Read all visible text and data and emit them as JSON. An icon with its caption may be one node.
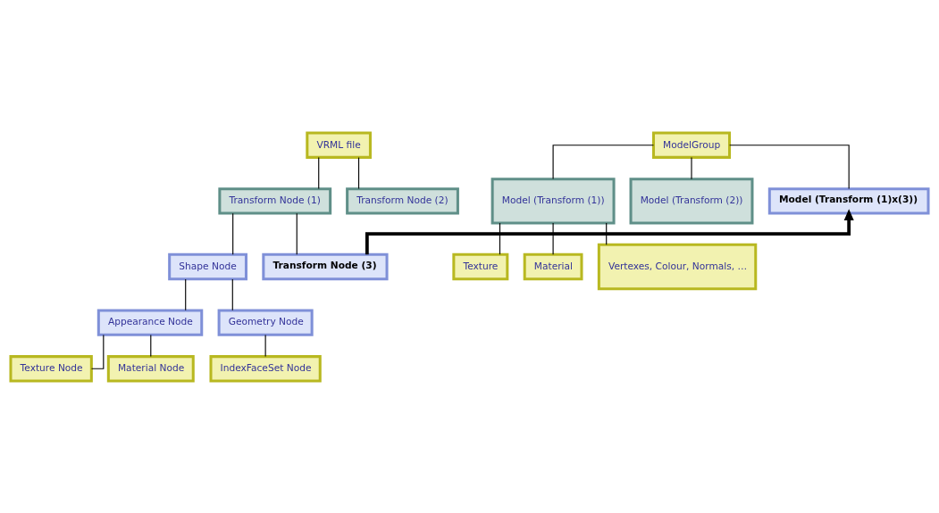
{
  "diagram": {
    "nodes": [
      {
        "text": [
          "VRML file"
        ]
      },
      {
        "text": [
          "Transform Node (1)"
        ]
      },
      {
        "text": [
          "Transform Node (2)"
        ]
      },
      {
        "text": [
          "Shape Node"
        ]
      },
      {
        "text": [
          "Transform Node (3)"
        ]
      },
      {
        "text": [
          "Appearance Node"
        ]
      },
      {
        "text": [
          "Texture Node"
        ]
      },
      {
        "text": [
          "Material Node"
        ]
      },
      {
        "text": [
          "Geometry Node"
        ]
      },
      {
        "text": [
          "IndexFaceSet Node"
        ]
      },
      {
        "text": [
          "ModelGroup"
        ]
      },
      {
        "text": [
          "Model (Transform (1))"
        ]
      },
      {
        "text": [
          "Model (Transform (2))"
        ]
      },
      {
        "text": [
          "Model (Transform (1)x(3))"
        ]
      },
      {
        "text": [
          "Texture"
        ]
      },
      {
        "text": [
          "Material"
        ]
      },
      {
        "text": [
          "Vertexes, Colour, Normals, …"
        ]
      }
    ],
    "edges": [
      {
        "from": 0,
        "to": 1,
        "arrow": "none"
      },
      {
        "from": 0,
        "to": 2,
        "arrow": "none"
      },
      {
        "from": 1,
        "to": 3,
        "arrow": "none"
      },
      {
        "from": 1,
        "to": 4,
        "arrow": "none"
      },
      {
        "from": 3,
        "to": 5,
        "arrow": "none"
      },
      {
        "from": 5,
        "to": 6,
        "arrow": "none"
      },
      {
        "from": 5,
        "to": 7,
        "arrow": "none"
      },
      {
        "from": 3,
        "to": 8,
        "arrow": "none"
      },
      {
        "from": 8,
        "to": 9,
        "arrow": "none"
      },
      {
        "from": 10,
        "to": 11,
        "arrow": "none"
      },
      {
        "from": 10,
        "to": 12,
        "arrow": "none"
      },
      {
        "from": 10,
        "to": 13,
        "arrow": "none"
      },
      {
        "from": 11,
        "to": 14,
        "arrow": "none"
      },
      {
        "from": 11,
        "to": 15,
        "arrow": "none"
      },
      {
        "from": 11,
        "to": 16,
        "arrow": "none"
      },
      {
        "from": 4,
        "to": 13,
        "arrow": "to",
        "style": "thick",
        "color": "#000000"
      }
    ]
  }
}
